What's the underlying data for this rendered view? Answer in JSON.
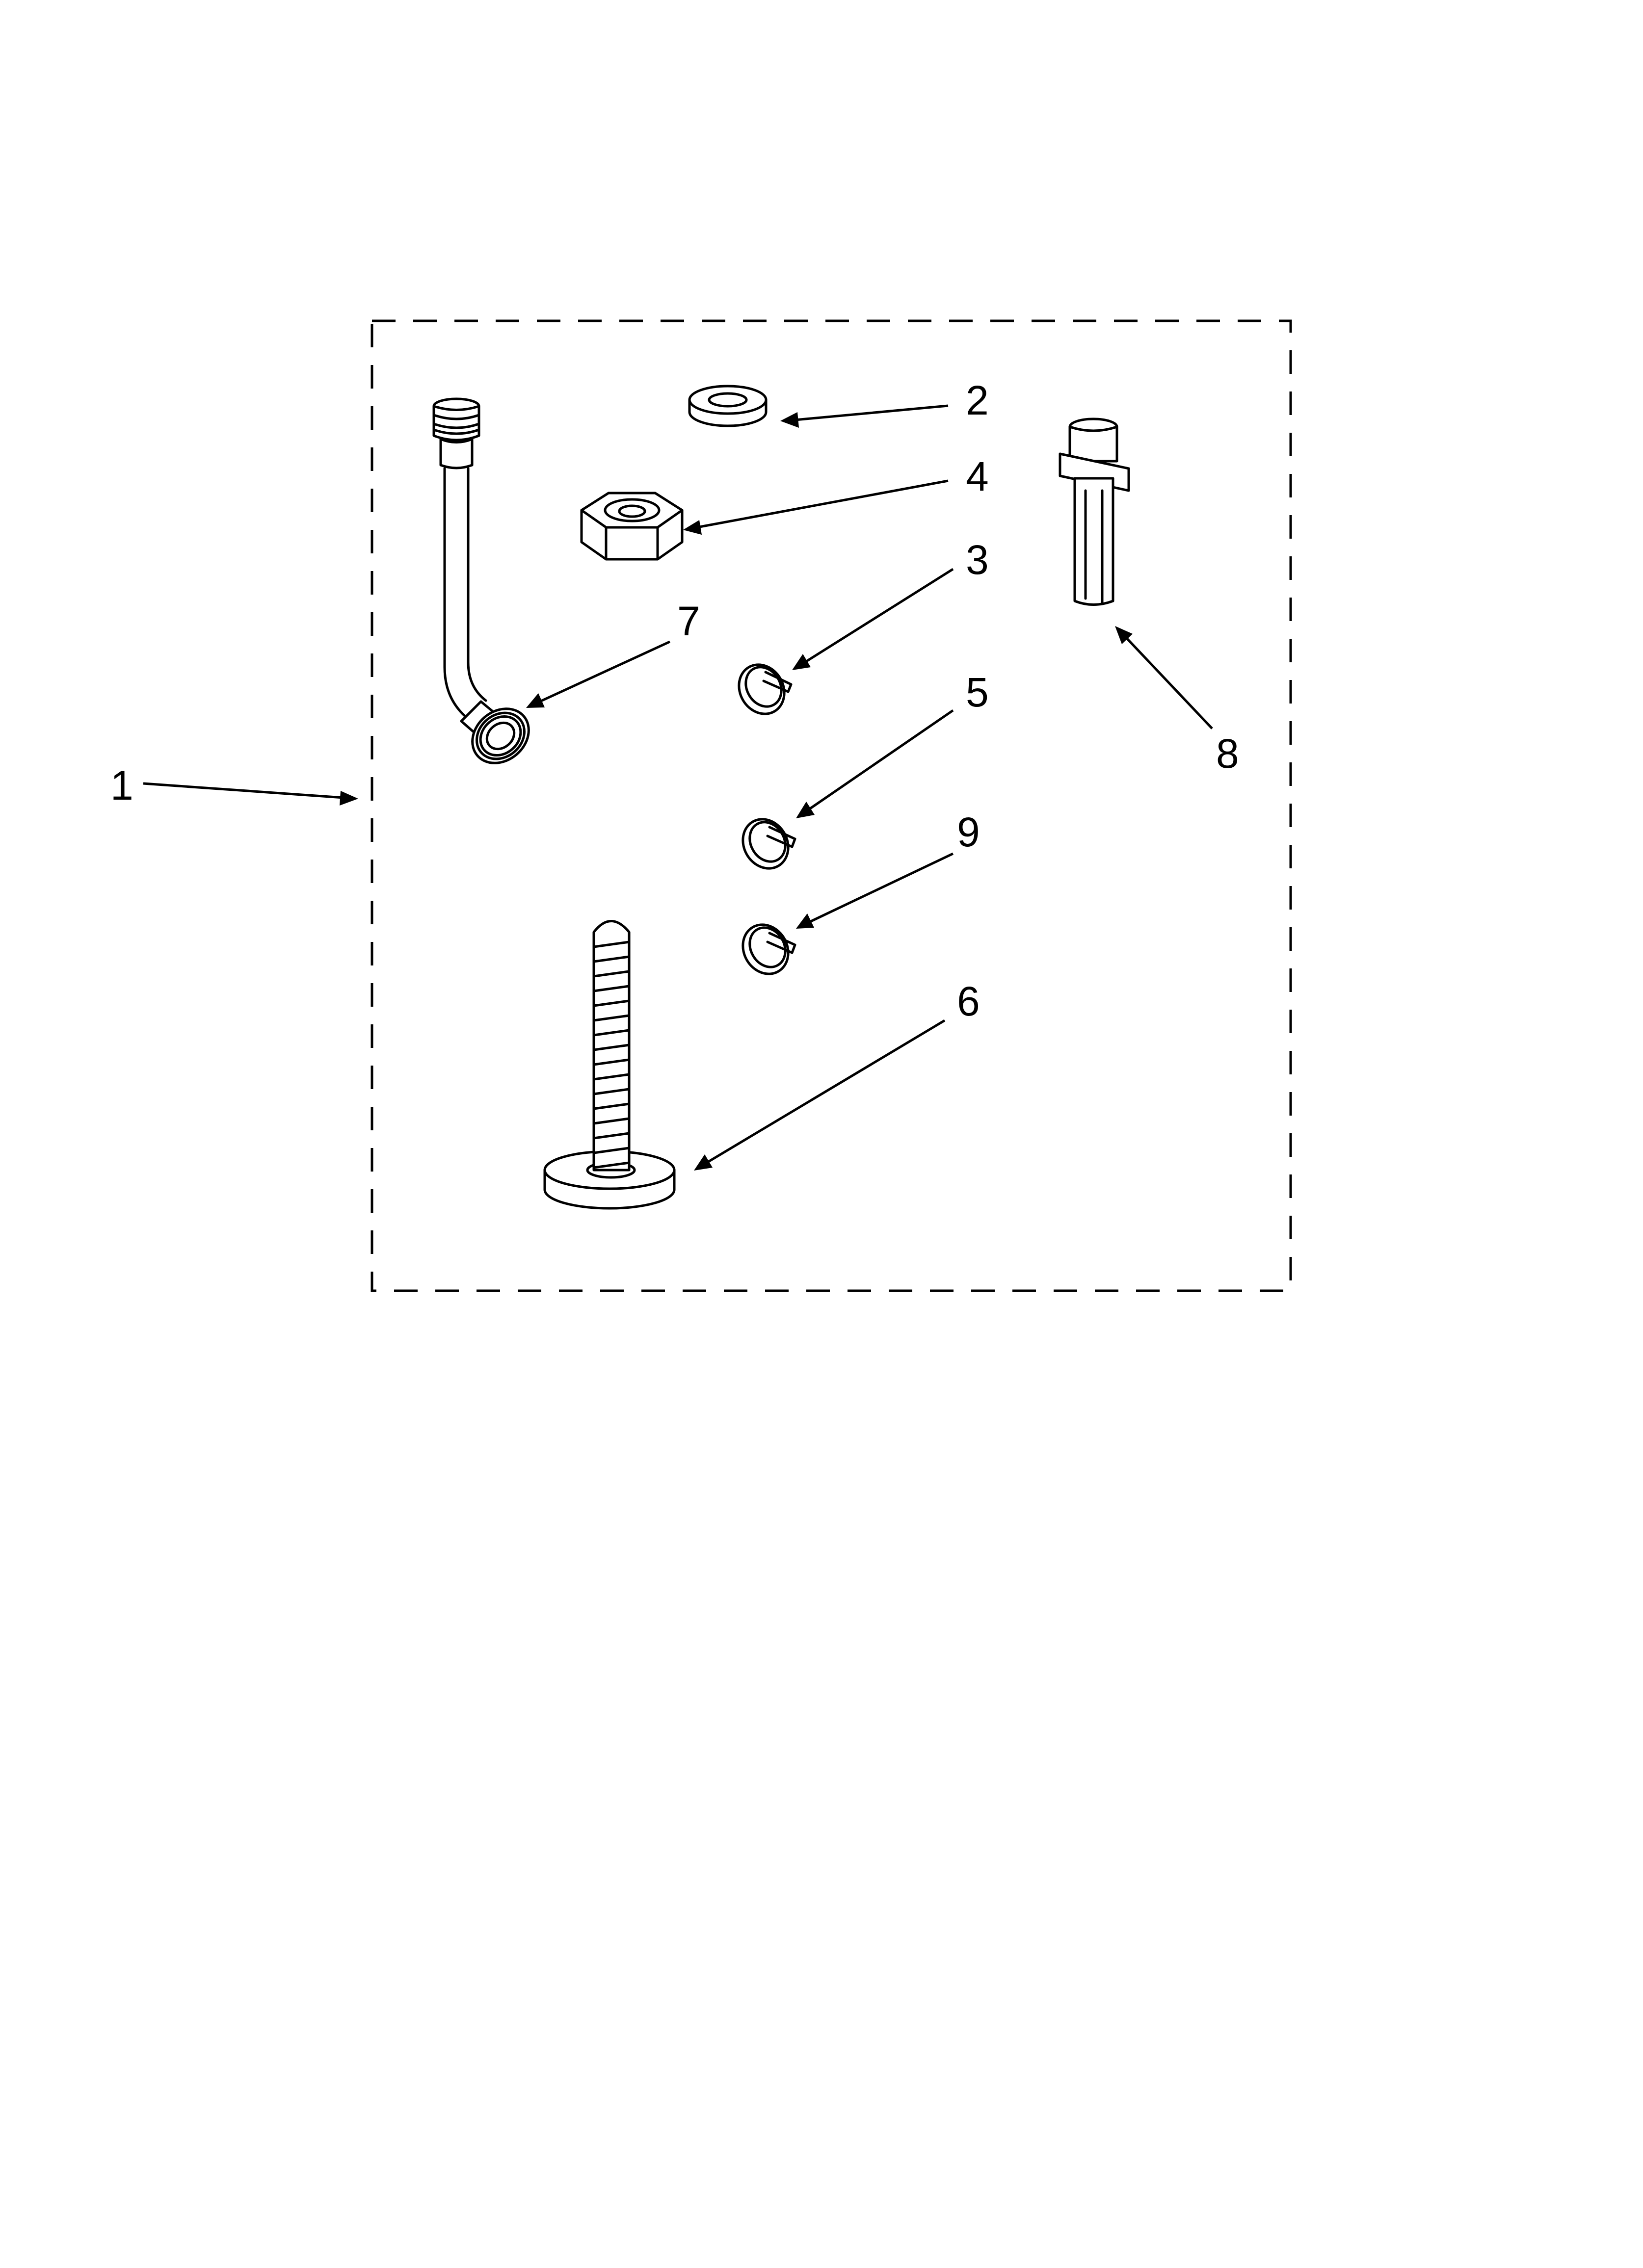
{
  "callouts": [
    {
      "id": "1",
      "label": "1",
      "part": "kit"
    },
    {
      "id": "2",
      "label": "2",
      "part": "washer"
    },
    {
      "id": "3",
      "label": "3",
      "part": "clamp"
    },
    {
      "id": "4",
      "label": "4",
      "part": "nut"
    },
    {
      "id": "5",
      "label": "5",
      "part": "clamp"
    },
    {
      "id": "6",
      "label": "6",
      "part": "leveling-leg"
    },
    {
      "id": "7",
      "label": "7",
      "part": "hose"
    },
    {
      "id": "8",
      "label": "8",
      "part": "connector"
    },
    {
      "id": "9",
      "label": "9",
      "part": "clamp"
    }
  ],
  "colors": {
    "line": "#000000",
    "background": "#ffffff"
  }
}
